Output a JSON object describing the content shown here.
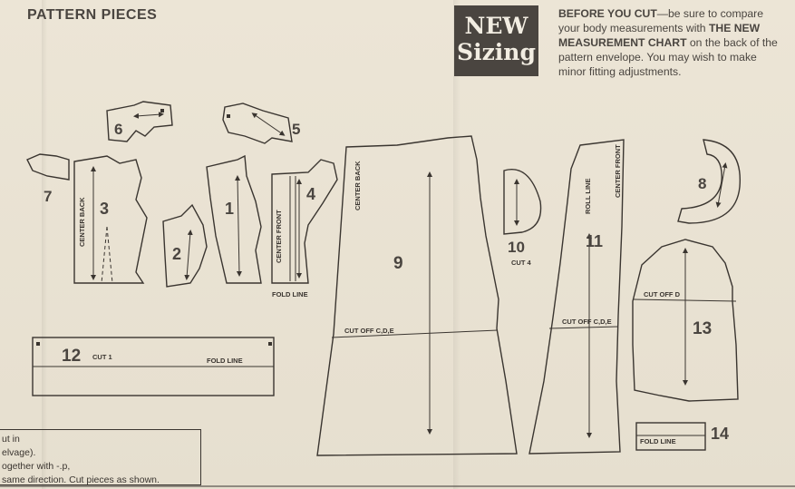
{
  "header": {
    "title": "PATTERN PIECES"
  },
  "badge": {
    "line1": "NEW",
    "line2": "Sizing"
  },
  "instructions": {
    "lead": "BEFORE YOU CUT",
    "text1": "—be sure to compare your body measurements with ",
    "emph": "THE NEW MEASUREMENT CHART",
    "text2": " on the back of the pattern envelope. You may wish to make minor fitting adjustments."
  },
  "pieces": {
    "p1": "1",
    "p2": "2",
    "p3": "3",
    "p4": "4",
    "p5": "5",
    "p6": "6",
    "p7": "7",
    "p8": "8",
    "p9": "9",
    "p10": "10",
    "p11": "11",
    "p12": "12",
    "p13": "13",
    "p14": "14"
  },
  "labels": {
    "center_back_3": "CENTER BACK",
    "center_front_4": "CENTER FRONT",
    "fold_line_4": "FOLD LINE",
    "center_back_9": "CENTER BACK",
    "cut_off_9": "CUT OFF C,D,E",
    "cut_4": "CUT 4",
    "roll_line": "ROLL LINE",
    "center_front_11": "CENTER FRONT",
    "cut_off_11": "CUT OFF C,D,E",
    "cut_1": "CUT 1",
    "fold_line_12": "FOLD LINE",
    "cut_off_13": "CUT OFF D",
    "fold_line_14": "FOLD LINE"
  },
  "bottom_note": {
    "line1": "ut in",
    "line2": "elvage).",
    "line3": "ogether with -.p,",
    "line4": "same direction. Cut pieces as shown."
  }
}
